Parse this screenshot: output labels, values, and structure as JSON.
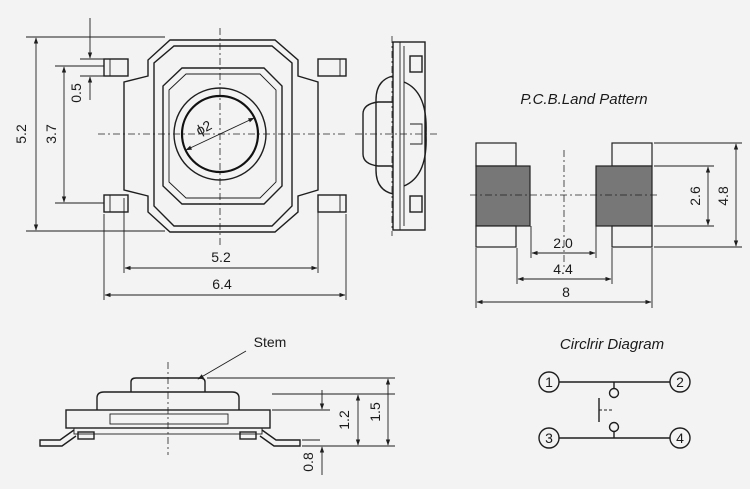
{
  "top_view": {
    "dim_height_outer": "5.2",
    "dim_height_inner": "3.7",
    "dim_lead_width": "0.5",
    "dim_stem_diameter": "ϕ2",
    "dim_body_width": "5.2",
    "dim_total_width": "6.4"
  },
  "land_pattern": {
    "title": "P.C.B.Land Pattern",
    "dim_gap": "2.0",
    "dim_inner_span": "4.4",
    "dim_outer_span": "8",
    "dim_pad_height": "2.6",
    "dim_pattern_height": "4.8"
  },
  "side_view": {
    "stem_label": "Stem",
    "dim_standoff": "0.8",
    "dim_body_height": "1.2",
    "dim_total_height": "1.5"
  },
  "circuit": {
    "title": "Circlrir Diagram",
    "pins": [
      "1",
      "2",
      "3",
      "4"
    ]
  },
  "colors": {
    "line": "#1e1e1e",
    "pad_fill": "#777777",
    "background": "#f3f3f3"
  }
}
